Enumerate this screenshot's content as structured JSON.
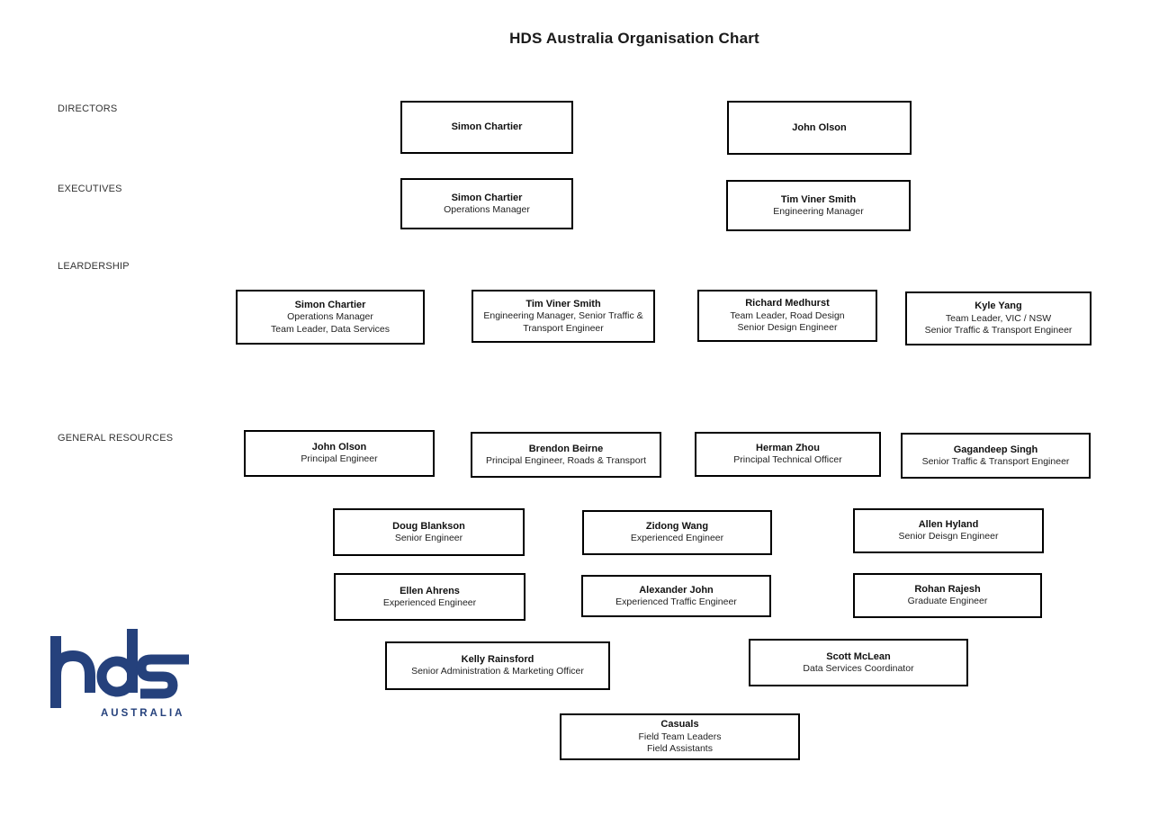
{
  "title": "HDS Australia Organisation Chart",
  "section_labels": {
    "directors": "DIRECTORS",
    "executives": "EXECUTIVES",
    "leadership": "LEARDERSHIP",
    "general_resources": "GENERAL RESOURCES"
  },
  "nodes": [
    {
      "name": "Simon Chartier",
      "role1": "",
      "role2": ""
    },
    {
      "name": "John Olson",
      "role1": "",
      "role2": ""
    },
    {
      "name": "Simon Chartier",
      "role1": "Operations Manager",
      "role2": ""
    },
    {
      "name": "Tim Viner Smith",
      "role1": "Engineering Manager",
      "role2": ""
    },
    {
      "name": "Simon Chartier",
      "role1": "Operations Manager",
      "role2": "Team Leader, Data Services"
    },
    {
      "name": "Tim Viner Smith",
      "role1": "Engineering Manager, Senior Traffic &",
      "role2": "Transport Engineer"
    },
    {
      "name": "Richard Medhurst",
      "role1": "Team Leader, Road Design",
      "role2": "Senior Design Engineer"
    },
    {
      "name": "Kyle Yang",
      "role1": "Team Leader, VIC / NSW",
      "role2": "Senior Traffic & Transport Engineer"
    },
    {
      "name": "John Olson",
      "role1": "Principal Engineer",
      "role2": ""
    },
    {
      "name": "Brendon Beirne",
      "role1": "Principal Engineer, Roads & Transport",
      "role2": ""
    },
    {
      "name": "Herman Zhou",
      "role1": "Principal Technical Officer",
      "role2": ""
    },
    {
      "name": "Gagandeep Singh",
      "role1": "Senior Traffic & Transport Engineer",
      "role2": ""
    },
    {
      "name": "Doug Blankson",
      "role1": "Senior Engineer",
      "role2": ""
    },
    {
      "name": "Zidong Wang",
      "role1": "Experienced Engineer",
      "role2": ""
    },
    {
      "name": "Allen Hyland",
      "role1": "Senior Deisgn Engineer",
      "role2": ""
    },
    {
      "name": "Ellen Ahrens",
      "role1": "Experienced Engineer",
      "role2": ""
    },
    {
      "name": "Alexander John",
      "role1": "Experienced Traffic Engineer",
      "role2": ""
    },
    {
      "name": "Rohan Rajesh",
      "role1": "Graduate Engineer",
      "role2": ""
    },
    {
      "name": "Kelly Rainsford",
      "role1": "Senior Administration & Marketing Officer",
      "role2": ""
    },
    {
      "name": "Scott McLean",
      "role1": "Data Services Coordinator",
      "role2": ""
    },
    {
      "name": "Casuals",
      "role1": "Field Team Leaders",
      "role2": "Field Assistants"
    }
  ],
  "logo": {
    "brand": "hds",
    "subtext": "AUSTRALIA",
    "color": "#25417C"
  }
}
